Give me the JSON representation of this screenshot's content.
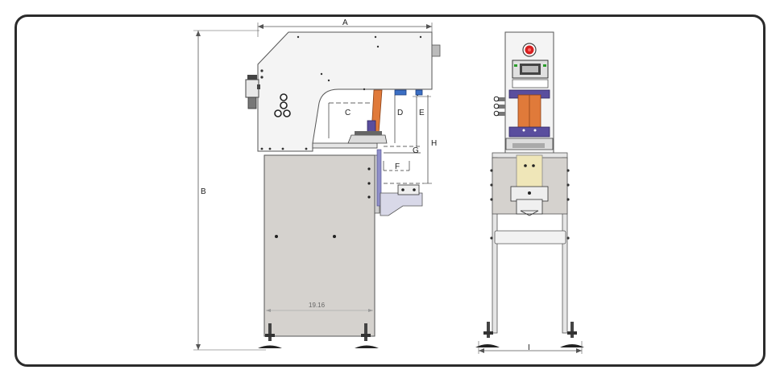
{
  "labels": {
    "A": "A",
    "B": "B",
    "C": "C",
    "D": "D",
    "E": "E",
    "F": "F",
    "G": "G",
    "H": "H",
    "I": "I",
    "width_value": "19.16"
  },
  "icons": {
    "stop_button": "emergency-stop-icon",
    "control_panel": "control-panel-icon",
    "air_regulator": "air-filter-regulator-icon"
  },
  "colors": {
    "frame_border": "#2b2b2b",
    "cabinet": "#d5d2ce",
    "machine_body": "#f4f4f4",
    "stop_red": "#d62020",
    "cylinder_orange": "#e07a3a",
    "cylinder_purple": "#5a4e9e",
    "plate_yellow": "#efe6b8",
    "pad_blue": "#3b6fc4"
  }
}
